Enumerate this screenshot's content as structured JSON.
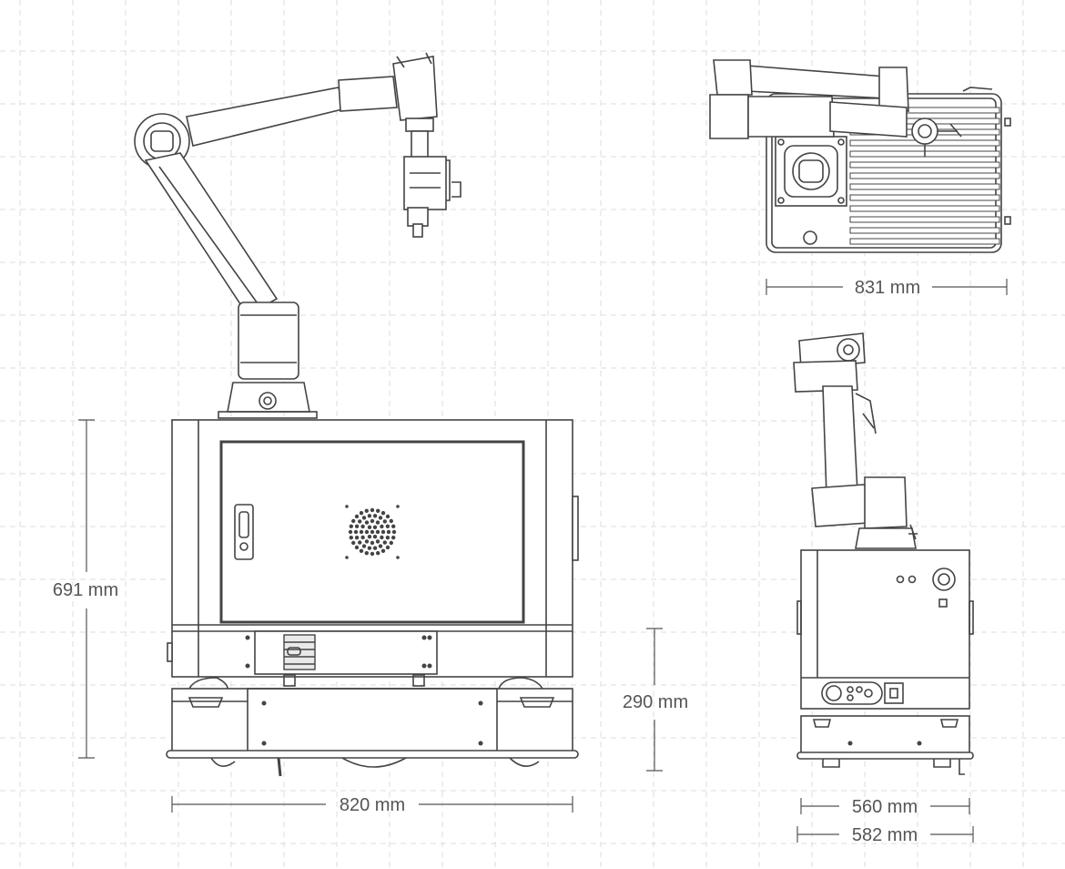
{
  "dimensions": {
    "height_total": "691 mm",
    "chassis_height": "290 mm",
    "front_width": "820 mm",
    "top_view_length": "831 mm",
    "side_width_inner": "560 mm",
    "side_width_outer": "582 mm"
  },
  "colors": {
    "line": "#444444",
    "dimension_text": "#555555",
    "grid": "#dcdcdc",
    "background": "#ffffff"
  }
}
